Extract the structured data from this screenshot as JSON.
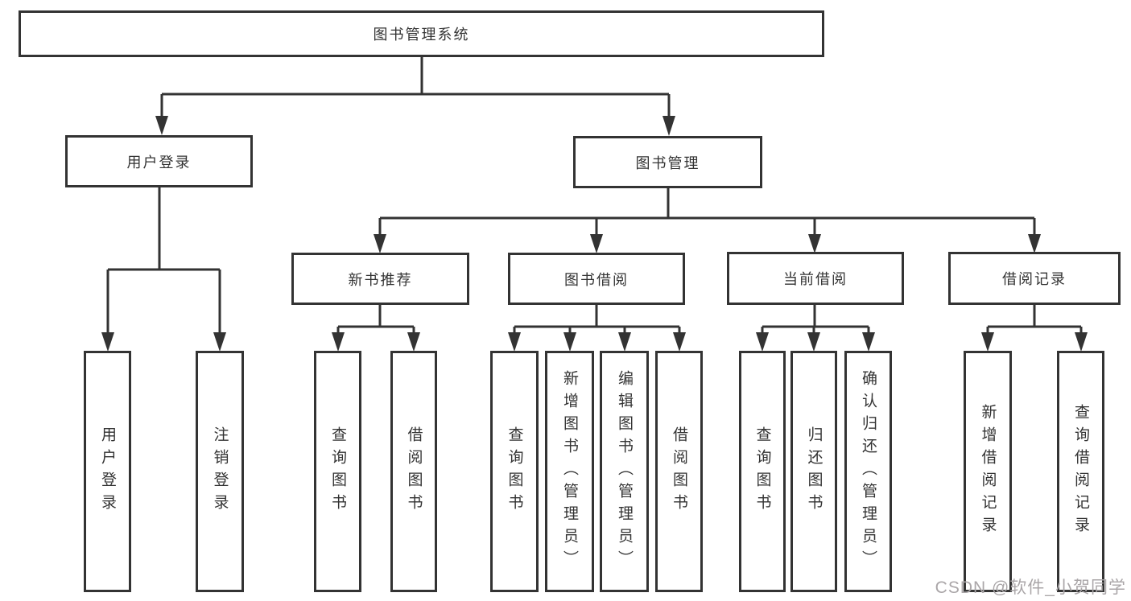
{
  "watermark": "CSDN @软件_小贺同学",
  "colors": {
    "line": "#333333",
    "text": "#333333",
    "background": "#ffffff",
    "watermark": "#aaa6a8"
  },
  "tree": {
    "label": "图书管理系统",
    "children": [
      {
        "label": "用户登录",
        "children": [
          {
            "label": "用户登录"
          },
          {
            "label": "注销登录"
          }
        ]
      },
      {
        "label": "图书管理",
        "children": [
          {
            "label": "新书推荐",
            "children": [
              {
                "label": "查询图书"
              },
              {
                "label": "借阅图书"
              }
            ]
          },
          {
            "label": "图书借阅",
            "children": [
              {
                "label": "查询图书"
              },
              {
                "label": "新增图书（管理员）"
              },
              {
                "label": "编辑图书（管理员）"
              },
              {
                "label": "借阅图书"
              }
            ]
          },
          {
            "label": "当前借阅",
            "children": [
              {
                "label": "查询图书"
              },
              {
                "label": "归还图书"
              },
              {
                "label": "确认归还（管理员）"
              }
            ]
          },
          {
            "label": "借阅记录",
            "children": [
              {
                "label": "新增借阅记录"
              },
              {
                "label": "查询借阅记录"
              }
            ]
          }
        ]
      }
    ]
  }
}
